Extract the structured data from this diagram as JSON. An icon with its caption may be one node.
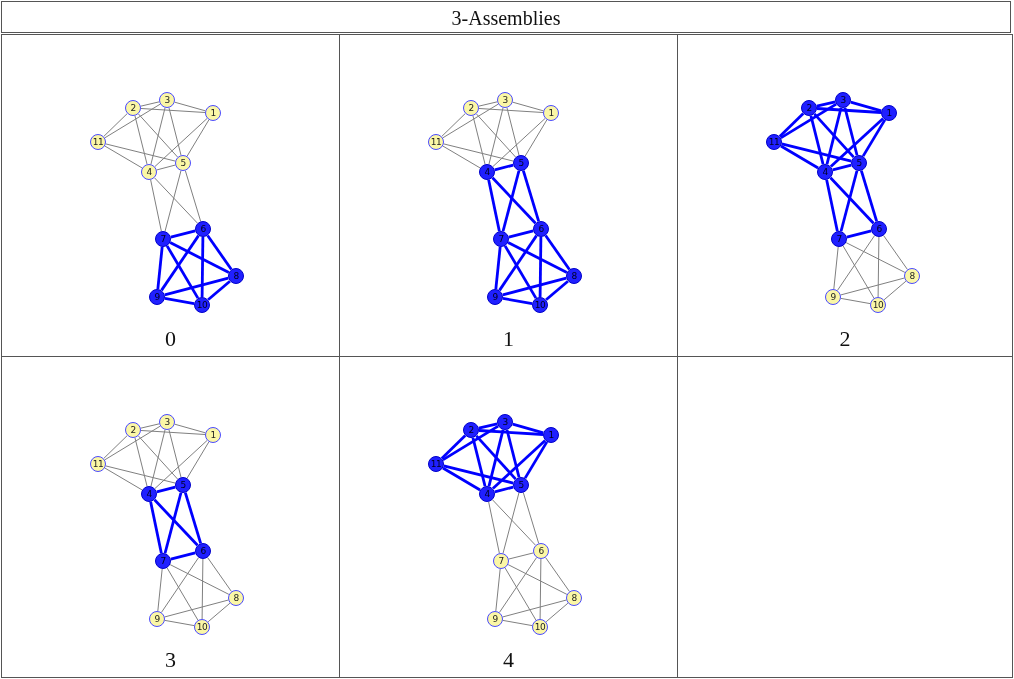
{
  "diagram": {
    "title": "3-Assemblies",
    "nodes": [
      {
        "text": [
          "0"
        ]
      },
      {
        "text": [
          "1"
        ],
        "in": 0
      },
      {
        "text": [
          "2"
        ],
        "in": 0
      },
      {
        "text": [
          "3"
        ],
        "in": 0
      },
      {
        "text": [
          "4"
        ],
        "in": 0
      },
      {
        "text": [
          "5"
        ],
        "in": 0
      },
      {
        "text": [
          "6"
        ],
        "in": 0
      },
      {
        "text": [
          "7"
        ],
        "in": 0
      },
      {
        "text": [
          "8"
        ],
        "in": 0
      },
      {
        "text": [
          "9"
        ],
        "in": 0
      },
      {
        "text": [
          "10"
        ],
        "in": 0
      },
      {
        "text": [
          "11"
        ],
        "in": 0
      },
      {
        "text": [
          "1"
        ]
      },
      {
        "text": [
          "1"
        ],
        "in": 12
      },
      {
        "text": [
          "2"
        ],
        "in": 12
      },
      {
        "text": [
          "3"
        ],
        "in": 12
      },
      {
        "text": [
          "4"
        ],
        "in": 12
      },
      {
        "text": [
          "5"
        ],
        "in": 12
      },
      {
        "text": [
          "6"
        ],
        "in": 12
      },
      {
        "text": [
          "7"
        ],
        "in": 12
      },
      {
        "text": [
          "8"
        ],
        "in": 12
      },
      {
        "text": [
          "9"
        ],
        "in": 12
      },
      {
        "text": [
          "10"
        ],
        "in": 12
      },
      {
        "text": [
          "11"
        ],
        "in": 12
      },
      {
        "text": [
          "2"
        ]
      },
      {
        "text": [
          "1"
        ],
        "in": 24
      },
      {
        "text": [
          "2"
        ],
        "in": 24
      },
      {
        "text": [
          "3"
        ],
        "in": 24
      },
      {
        "text": [
          "4"
        ],
        "in": 24
      },
      {
        "text": [
          "5"
        ],
        "in": 24
      },
      {
        "text": [
          "6"
        ],
        "in": 24
      },
      {
        "text": [
          "7"
        ],
        "in": 24
      },
      {
        "text": [
          "8"
        ],
        "in": 24
      },
      {
        "text": [
          "9"
        ],
        "in": 24
      },
      {
        "text": [
          "10"
        ],
        "in": 24
      },
      {
        "text": [
          "11"
        ],
        "in": 24
      },
      {
        "text": [
          "3"
        ]
      },
      {
        "text": [
          "1"
        ],
        "in": 36
      },
      {
        "text": [
          "2"
        ],
        "in": 36
      },
      {
        "text": [
          "3"
        ],
        "in": 36
      },
      {
        "text": [
          "4"
        ],
        "in": 36
      },
      {
        "text": [
          "5"
        ],
        "in": 36
      },
      {
        "text": [
          "6"
        ],
        "in": 36
      },
      {
        "text": [
          "7"
        ],
        "in": 36
      },
      {
        "text": [
          "8"
        ],
        "in": 36
      },
      {
        "text": [
          "9"
        ],
        "in": 36
      },
      {
        "text": [
          "10"
        ],
        "in": 36
      },
      {
        "text": [
          "11"
        ],
        "in": 36
      },
      {
        "text": [
          "4"
        ]
      },
      {
        "text": [
          "1"
        ],
        "in": 48
      },
      {
        "text": [
          "2"
        ],
        "in": 48
      },
      {
        "text": [
          "3"
        ],
        "in": 48
      },
      {
        "text": [
          "4"
        ],
        "in": 48
      },
      {
        "text": [
          "5"
        ],
        "in": 48
      },
      {
        "text": [
          "6"
        ],
        "in": 48
      },
      {
        "text": [
          "7"
        ],
        "in": 48
      },
      {
        "text": [
          "8"
        ],
        "in": 48
      },
      {
        "text": [
          "9"
        ],
        "in": 48
      },
      {
        "text": [
          "10"
        ],
        "in": 48
      },
      {
        "text": [
          "11"
        ],
        "in": 48
      },
      {
        "text": [],
        "shape": "box"
      }
    ],
    "edges": [
      {
        "from": 2,
        "to": 3,
        "arrow": "none"
      },
      {
        "from": 2,
        "to": 1,
        "arrow": "none"
      },
      {
        "from": 3,
        "to": 1,
        "arrow": "none"
      },
      {
        "from": 2,
        "to": 11,
        "arrow": "none"
      },
      {
        "from": 3,
        "to": 11,
        "arrow": "none"
      },
      {
        "from": 2,
        "to": 4,
        "arrow": "none"
      },
      {
        "from": 2,
        "to": 5,
        "arrow": "none"
      },
      {
        "from": 3,
        "to": 4,
        "arrow": "none"
      },
      {
        "from": 3,
        "to": 5,
        "arrow": "none"
      },
      {
        "from": 1,
        "to": 4,
        "arrow": "none"
      },
      {
        "from": 1,
        "to": 5,
        "arrow": "none"
      },
      {
        "from": 11,
        "to": 4,
        "arrow": "none"
      },
      {
        "from": 11,
        "to": 5,
        "arrow": "none"
      },
      {
        "from": 4,
        "to": 5,
        "arrow": "none"
      },
      {
        "from": 4,
        "to": 7,
        "arrow": "none"
      },
      {
        "from": 4,
        "to": 6,
        "arrow": "none"
      },
      {
        "from": 5,
        "to": 7,
        "arrow": "none"
      },
      {
        "from": 5,
        "to": 6,
        "arrow": "none"
      },
      {
        "from": 6,
        "to": 7,
        "arrow": "none",
        "style": "thick",
        "color": "#0000ff"
      },
      {
        "from": 6,
        "to": 8,
        "arrow": "none",
        "style": "thick",
        "color": "#0000ff"
      },
      {
        "from": 6,
        "to": 9,
        "arrow": "none",
        "style": "thick",
        "color": "#0000ff"
      },
      {
        "from": 6,
        "to": 10,
        "arrow": "none",
        "style": "thick",
        "color": "#0000ff"
      },
      {
        "from": 7,
        "to": 8,
        "arrow": "none",
        "style": "thick",
        "color": "#0000ff"
      },
      {
        "from": 7,
        "to": 9,
        "arrow": "none",
        "style": "thick",
        "color": "#0000ff"
      },
      {
        "from": 7,
        "to": 10,
        "arrow": "none",
        "style": "thick",
        "color": "#0000ff"
      },
      {
        "from": 8,
        "to": 9,
        "arrow": "none",
        "style": "thick",
        "color": "#0000ff"
      },
      {
        "from": 8,
        "to": 10,
        "arrow": "none",
        "style": "thick",
        "color": "#0000ff"
      },
      {
        "from": 9,
        "to": 10,
        "arrow": "none",
        "style": "thick",
        "color": "#0000ff"
      },
      {
        "from": 14,
        "to": 15,
        "arrow": "none"
      },
      {
        "from": 14,
        "to": 13,
        "arrow": "none"
      },
      {
        "from": 15,
        "to": 13,
        "arrow": "none"
      },
      {
        "from": 14,
        "to": 23,
        "arrow": "none"
      },
      {
        "from": 15,
        "to": 23,
        "arrow": "none"
      },
      {
        "from": 14,
        "to": 16,
        "arrow": "none"
      },
      {
        "from": 14,
        "to": 17,
        "arrow": "none"
      },
      {
        "from": 15,
        "to": 16,
        "arrow": "none"
      },
      {
        "from": 15,
        "to": 17,
        "arrow": "none"
      },
      {
        "from": 13,
        "to": 16,
        "arrow": "none"
      },
      {
        "from": 13,
        "to": 17,
        "arrow": "none"
      },
      {
        "from": 23,
        "to": 16,
        "arrow": "none"
      },
      {
        "from": 23,
        "to": 17,
        "arrow": "none"
      },
      {
        "from": 16,
        "to": 17,
        "arrow": "none",
        "style": "thick",
        "color": "#0000ff"
      },
      {
        "from": 16,
        "to": 19,
        "arrow": "none",
        "style": "thick",
        "color": "#0000ff"
      },
      {
        "from": 16,
        "to": 18,
        "arrow": "none",
        "style": "thick",
        "color": "#0000ff"
      },
      {
        "from": 17,
        "to": 19,
        "arrow": "none",
        "style": "thick",
        "color": "#0000ff"
      },
      {
        "from": 17,
        "to": 18,
        "arrow": "none",
        "style": "thick",
        "color": "#0000ff"
      },
      {
        "from": 18,
        "to": 19,
        "arrow": "none",
        "style": "thick",
        "color": "#0000ff"
      },
      {
        "from": 18,
        "to": 20,
        "arrow": "none",
        "style": "thick",
        "color": "#0000ff"
      },
      {
        "from": 18,
        "to": 21,
        "arrow": "none",
        "style": "thick",
        "color": "#0000ff"
      },
      {
        "from": 18,
        "to": 22,
        "arrow": "none",
        "style": "thick",
        "color": "#0000ff"
      },
      {
        "from": 19,
        "to": 20,
        "arrow": "none",
        "style": "thick",
        "color": "#0000ff"
      },
      {
        "from": 19,
        "to": 21,
        "arrow": "none",
        "style": "thick",
        "color": "#0000ff"
      },
      {
        "from": 19,
        "to": 22,
        "arrow": "none",
        "style": "thick",
        "color": "#0000ff"
      },
      {
        "from": 20,
        "to": 21,
        "arrow": "none",
        "style": "thick",
        "color": "#0000ff"
      },
      {
        "from": 20,
        "to": 22,
        "arrow": "none",
        "style": "thick",
        "color": "#0000ff"
      },
      {
        "from": 21,
        "to": 22,
        "arrow": "none",
        "style": "thick",
        "color": "#0000ff"
      },
      {
        "from": 26,
        "to": 27,
        "arrow": "none",
        "style": "thick",
        "color": "#0000ff"
      },
      {
        "from": 26,
        "to": 25,
        "arrow": "none",
        "style": "thick",
        "color": "#0000ff"
      },
      {
        "from": 27,
        "to": 25,
        "arrow": "none",
        "style": "thick",
        "color": "#0000ff"
      },
      {
        "from": 26,
        "to": 35,
        "arrow": "none",
        "style": "thick",
        "color": "#0000ff"
      },
      {
        "from": 27,
        "to": 35,
        "arrow": "none",
        "style": "thick",
        "color": "#0000ff"
      },
      {
        "from": 26,
        "to": 28,
        "arrow": "none",
        "style": "thick",
        "color": "#0000ff"
      },
      {
        "from": 26,
        "to": 29,
        "arrow": "none",
        "style": "thick",
        "color": "#0000ff"
      },
      {
        "from": 27,
        "to": 28,
        "arrow": "none",
        "style": "thick",
        "color": "#0000ff"
      },
      {
        "from": 27,
        "to": 29,
        "arrow": "none",
        "style": "thick",
        "color": "#0000ff"
      },
      {
        "from": 25,
        "to": 28,
        "arrow": "none",
        "style": "thick",
        "color": "#0000ff"
      },
      {
        "from": 25,
        "to": 29,
        "arrow": "none",
        "style": "thick",
        "color": "#0000ff"
      },
      {
        "from": 35,
        "to": 28,
        "arrow": "none",
        "style": "thick",
        "color": "#0000ff"
      },
      {
        "from": 35,
        "to": 29,
        "arrow": "none",
        "style": "thick",
        "color": "#0000ff"
      },
      {
        "from": 28,
        "to": 29,
        "arrow": "none",
        "style": "thick",
        "color": "#0000ff"
      },
      {
        "from": 28,
        "to": 31,
        "arrow": "none",
        "style": "thick",
        "color": "#0000ff"
      },
      {
        "from": 28,
        "to": 30,
        "arrow": "none",
        "style": "thick",
        "color": "#0000ff"
      },
      {
        "from": 29,
        "to": 31,
        "arrow": "none",
        "style": "thick",
        "color": "#0000ff"
      },
      {
        "from": 29,
        "to": 30,
        "arrow": "none",
        "style": "thick",
        "color": "#0000ff"
      },
      {
        "from": 30,
        "to": 31,
        "arrow": "none",
        "style": "thick",
        "color": "#0000ff"
      },
      {
        "from": 30,
        "to": 32,
        "arrow": "none"
      },
      {
        "from": 30,
        "to": 33,
        "arrow": "none"
      },
      {
        "from": 30,
        "to": 34,
        "arrow": "none"
      },
      {
        "from": 31,
        "to": 32,
        "arrow": "none"
      },
      {
        "from": 31,
        "to": 33,
        "arrow": "none"
      },
      {
        "from": 31,
        "to": 34,
        "arrow": "none"
      },
      {
        "from": 32,
        "to": 33,
        "arrow": "none"
      },
      {
        "from": 32,
        "to": 34,
        "arrow": "none"
      },
      {
        "from": 33,
        "to": 34,
        "arrow": "none"
      },
      {
        "from": 38,
        "to": 39,
        "arrow": "none"
      },
      {
        "from": 38,
        "to": 37,
        "arrow": "none"
      },
      {
        "from": 39,
        "to": 37,
        "arrow": "none"
      },
      {
        "from": 38,
        "to": 47,
        "arrow": "none"
      },
      {
        "from": 39,
        "to": 47,
        "arrow": "none"
      },
      {
        "from": 38,
        "to": 40,
        "arrow": "none"
      },
      {
        "from": 38,
        "to": 41,
        "arrow": "none"
      },
      {
        "from": 39,
        "to": 40,
        "arrow": "none"
      },
      {
        "from": 39,
        "to": 41,
        "arrow": "none"
      },
      {
        "from": 37,
        "to": 40,
        "arrow": "none"
      },
      {
        "from": 37,
        "to": 41,
        "arrow": "none"
      },
      {
        "from": 47,
        "to": 40,
        "arrow": "none"
      },
      {
        "from": 47,
        "to": 41,
        "arrow": "none"
      },
      {
        "from": 40,
        "to": 41,
        "arrow": "none",
        "style": "thick",
        "color": "#0000ff"
      },
      {
        "from": 40,
        "to": 43,
        "arrow": "none",
        "style": "thick",
        "color": "#0000ff"
      },
      {
        "from": 40,
        "to": 42,
        "arrow": "none",
        "style": "thick",
        "color": "#0000ff"
      },
      {
        "from": 41,
        "to": 43,
        "arrow": "none",
        "style": "thick",
        "color": "#0000ff"
      },
      {
        "from": 41,
        "to": 42,
        "arrow": "none",
        "style": "thick",
        "color": "#0000ff"
      },
      {
        "from": 42,
        "to": 43,
        "arrow": "none",
        "style": "thick",
        "color": "#0000ff"
      },
      {
        "from": 42,
        "to": 44,
        "arrow": "none"
      },
      {
        "from": 42,
        "to": 45,
        "arrow": "none"
      },
      {
        "from": 42,
        "to": 46,
        "arrow": "none"
      },
      {
        "from": 43,
        "to": 44,
        "arrow": "none"
      },
      {
        "from": 43,
        "to": 45,
        "arrow": "none"
      },
      {
        "from": 43,
        "to": 46,
        "arrow": "none"
      },
      {
        "from": 44,
        "to": 45,
        "arrow": "none"
      },
      {
        "from": 44,
        "to": 46,
        "arrow": "none"
      },
      {
        "from": 45,
        "to": 46,
        "arrow": "none"
      },
      {
        "from": 50,
        "to": 51,
        "arrow": "none",
        "style": "thick",
        "color": "#0000ff"
      },
      {
        "from": 50,
        "to": 49,
        "arrow": "none",
        "style": "thick",
        "color": "#0000ff"
      },
      {
        "from": 51,
        "to": 49,
        "arrow": "none",
        "style": "thick",
        "color": "#0000ff"
      },
      {
        "from": 50,
        "to": 59,
        "arrow": "none",
        "style": "thick",
        "color": "#0000ff"
      },
      {
        "from": 51,
        "to": 59,
        "arrow": "none",
        "style": "thick",
        "color": "#0000ff"
      },
      {
        "from": 50,
        "to": 52,
        "arrow": "none",
        "style": "thick",
        "color": "#0000ff"
      },
      {
        "from": 50,
        "to": 53,
        "arrow": "none",
        "style": "thick",
        "color": "#0000ff"
      },
      {
        "from": 51,
        "to": 52,
        "arrow": "none",
        "style": "thick",
        "color": "#0000ff"
      },
      {
        "from": 51,
        "to": 53,
        "arrow": "none",
        "style": "thick",
        "color": "#0000ff"
      },
      {
        "from": 49,
        "to": 52,
        "arrow": "none",
        "style": "thick",
        "color": "#0000ff"
      },
      {
        "from": 49,
        "to": 53,
        "arrow": "none",
        "style": "thick",
        "color": "#0000ff"
      },
      {
        "from": 59,
        "to": 52,
        "arrow": "none",
        "style": "thick",
        "color": "#0000ff"
      },
      {
        "from": 59,
        "to": 53,
        "arrow": "none",
        "style": "thick",
        "color": "#0000ff"
      },
      {
        "from": 52,
        "to": 53,
        "arrow": "none",
        "style": "thick",
        "color": "#0000ff"
      },
      {
        "from": 52,
        "to": 55,
        "arrow": "none"
      },
      {
        "from": 52,
        "to": 54,
        "arrow": "none"
      },
      {
        "from": 53,
        "to": 55,
        "arrow": "none"
      },
      {
        "from": 53,
        "to": 54,
        "arrow": "none"
      },
      {
        "from": 54,
        "to": 55,
        "arrow": "none"
      },
      {
        "from": 54,
        "to": 56,
        "arrow": "none"
      },
      {
        "from": 54,
        "to": 57,
        "arrow": "none"
      },
      {
        "from": 54,
        "to": 58,
        "arrow": "none"
      },
      {
        "from": 55,
        "to": 56,
        "arrow": "none"
      },
      {
        "from": 55,
        "to": 57,
        "arrow": "none"
      },
      {
        "from": 55,
        "to": 58,
        "arrow": "none"
      },
      {
        "from": 56,
        "to": 57,
        "arrow": "none"
      },
      {
        "from": 56,
        "to": 58,
        "arrow": "none"
      },
      {
        "from": 57,
        "to": 58,
        "arrow": "none"
      }
    ]
  }
}
